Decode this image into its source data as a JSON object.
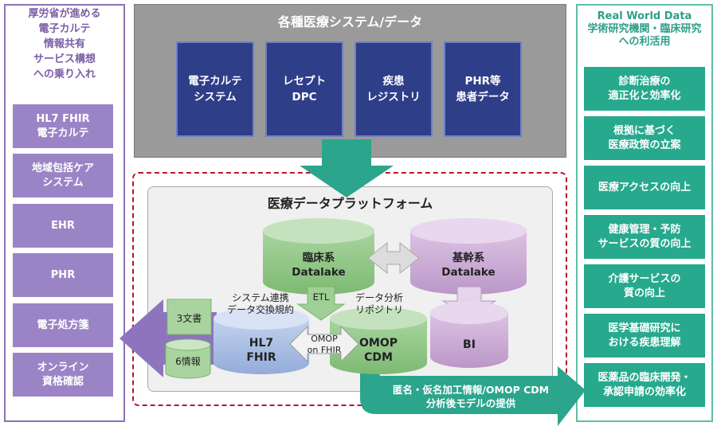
{
  "left_panel": {
    "title_lines": [
      "厚労省が進める",
      "電子カルテ",
      "情報共有",
      "サービス構想",
      "への乗り入れ"
    ],
    "items": [
      {
        "lines": [
          "HL7 FHIR",
          "電子カルテ"
        ]
      },
      {
        "lines": [
          "地域包括ケア",
          "システム"
        ]
      },
      {
        "lines": [
          "EHR"
        ]
      },
      {
        "lines": [
          "PHR"
        ]
      },
      {
        "lines": [
          "電子処方箋"
        ]
      },
      {
        "lines": [
          "オンライン",
          "資格確認"
        ]
      }
    ]
  },
  "right_panel": {
    "title_lines": [
      "Real World Data",
      "学術研究機関・臨床研究",
      "への利活用"
    ],
    "items": [
      {
        "lines": [
          "診断治療の",
          "適正化と効率化"
        ]
      },
      {
        "lines": [
          "根拠に基づく",
          "医療政策の立案"
        ]
      },
      {
        "lines": [
          "医療アクセスの向上"
        ]
      },
      {
        "lines": [
          "健康管理・予防",
          "サービスの質の向上"
        ]
      },
      {
        "lines": [
          "介護サービスの",
          "質の向上"
        ]
      },
      {
        "lines": [
          "医学基礎研究に",
          "おける疾患理解"
        ]
      },
      {
        "lines": [
          "医薬品の臨床開発・",
          "承認申請の効率化"
        ]
      }
    ]
  },
  "top": {
    "title": "各種医療システム/データ",
    "systems": [
      {
        "lines": [
          "電子カルテ",
          "システム"
        ]
      },
      {
        "lines": [
          "レセプト",
          "DPC"
        ]
      },
      {
        "lines": [
          "疾患",
          "レジストリ"
        ]
      },
      {
        "lines": [
          "PHR等",
          "患者データ"
        ]
      }
    ]
  },
  "platform": {
    "title": "医療データプラットフォーム",
    "clinical_lake": [
      "臨床系",
      "Datalake"
    ],
    "core_lake": [
      "基幹系",
      "Datalake"
    ],
    "bi": "BI",
    "fhir": [
      "HL7",
      "FHIR"
    ],
    "cdm": [
      "OMOP",
      "CDM"
    ],
    "etl": "ETL",
    "omop_on_fhir": [
      "OMOP",
      "on FHIR"
    ],
    "fhir_label": [
      "システム連携",
      "データ交換規約"
    ],
    "cdm_label": [
      "データ分析",
      "リポジトリ"
    ],
    "docs": "3文書",
    "info": "6情報"
  },
  "output_arrow": [
    "匿名・仮名加工情報/OMOP CDM",
    "分析後モデルの提供"
  ],
  "colors": {
    "purple": "#9b84c6",
    "teal": "#27a98d",
    "navy": "#2f3e88",
    "green": "#8cc383",
    "lavender": "#c7a6d2",
    "blue": "#a9bde3"
  }
}
